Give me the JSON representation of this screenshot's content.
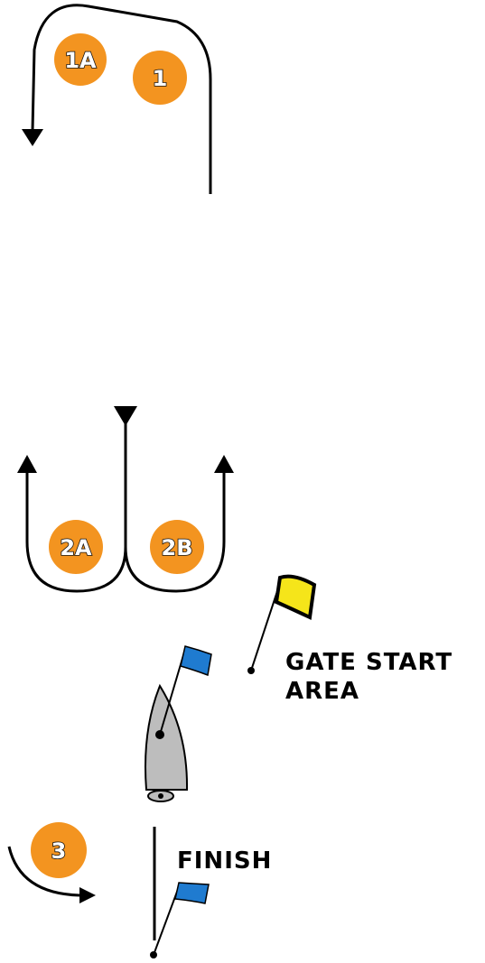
{
  "marks": [
    {
      "id": "1A",
      "label": "1A"
    },
    {
      "id": "1",
      "label": "1"
    },
    {
      "id": "2A",
      "label": "2A"
    },
    {
      "id": "2B",
      "label": "2B"
    },
    {
      "id": "3",
      "label": "3"
    }
  ],
  "labels": {
    "gate_start_line1": "GATE START",
    "gate_start_line2": "AREA",
    "finish": "FINISH"
  },
  "colors": {
    "mark": "#f39420",
    "flag_yellow": "#f5e51a",
    "flag_blue": "#1f7bd0",
    "boat_hull": "#bdbdbd",
    "line": "#000000"
  }
}
